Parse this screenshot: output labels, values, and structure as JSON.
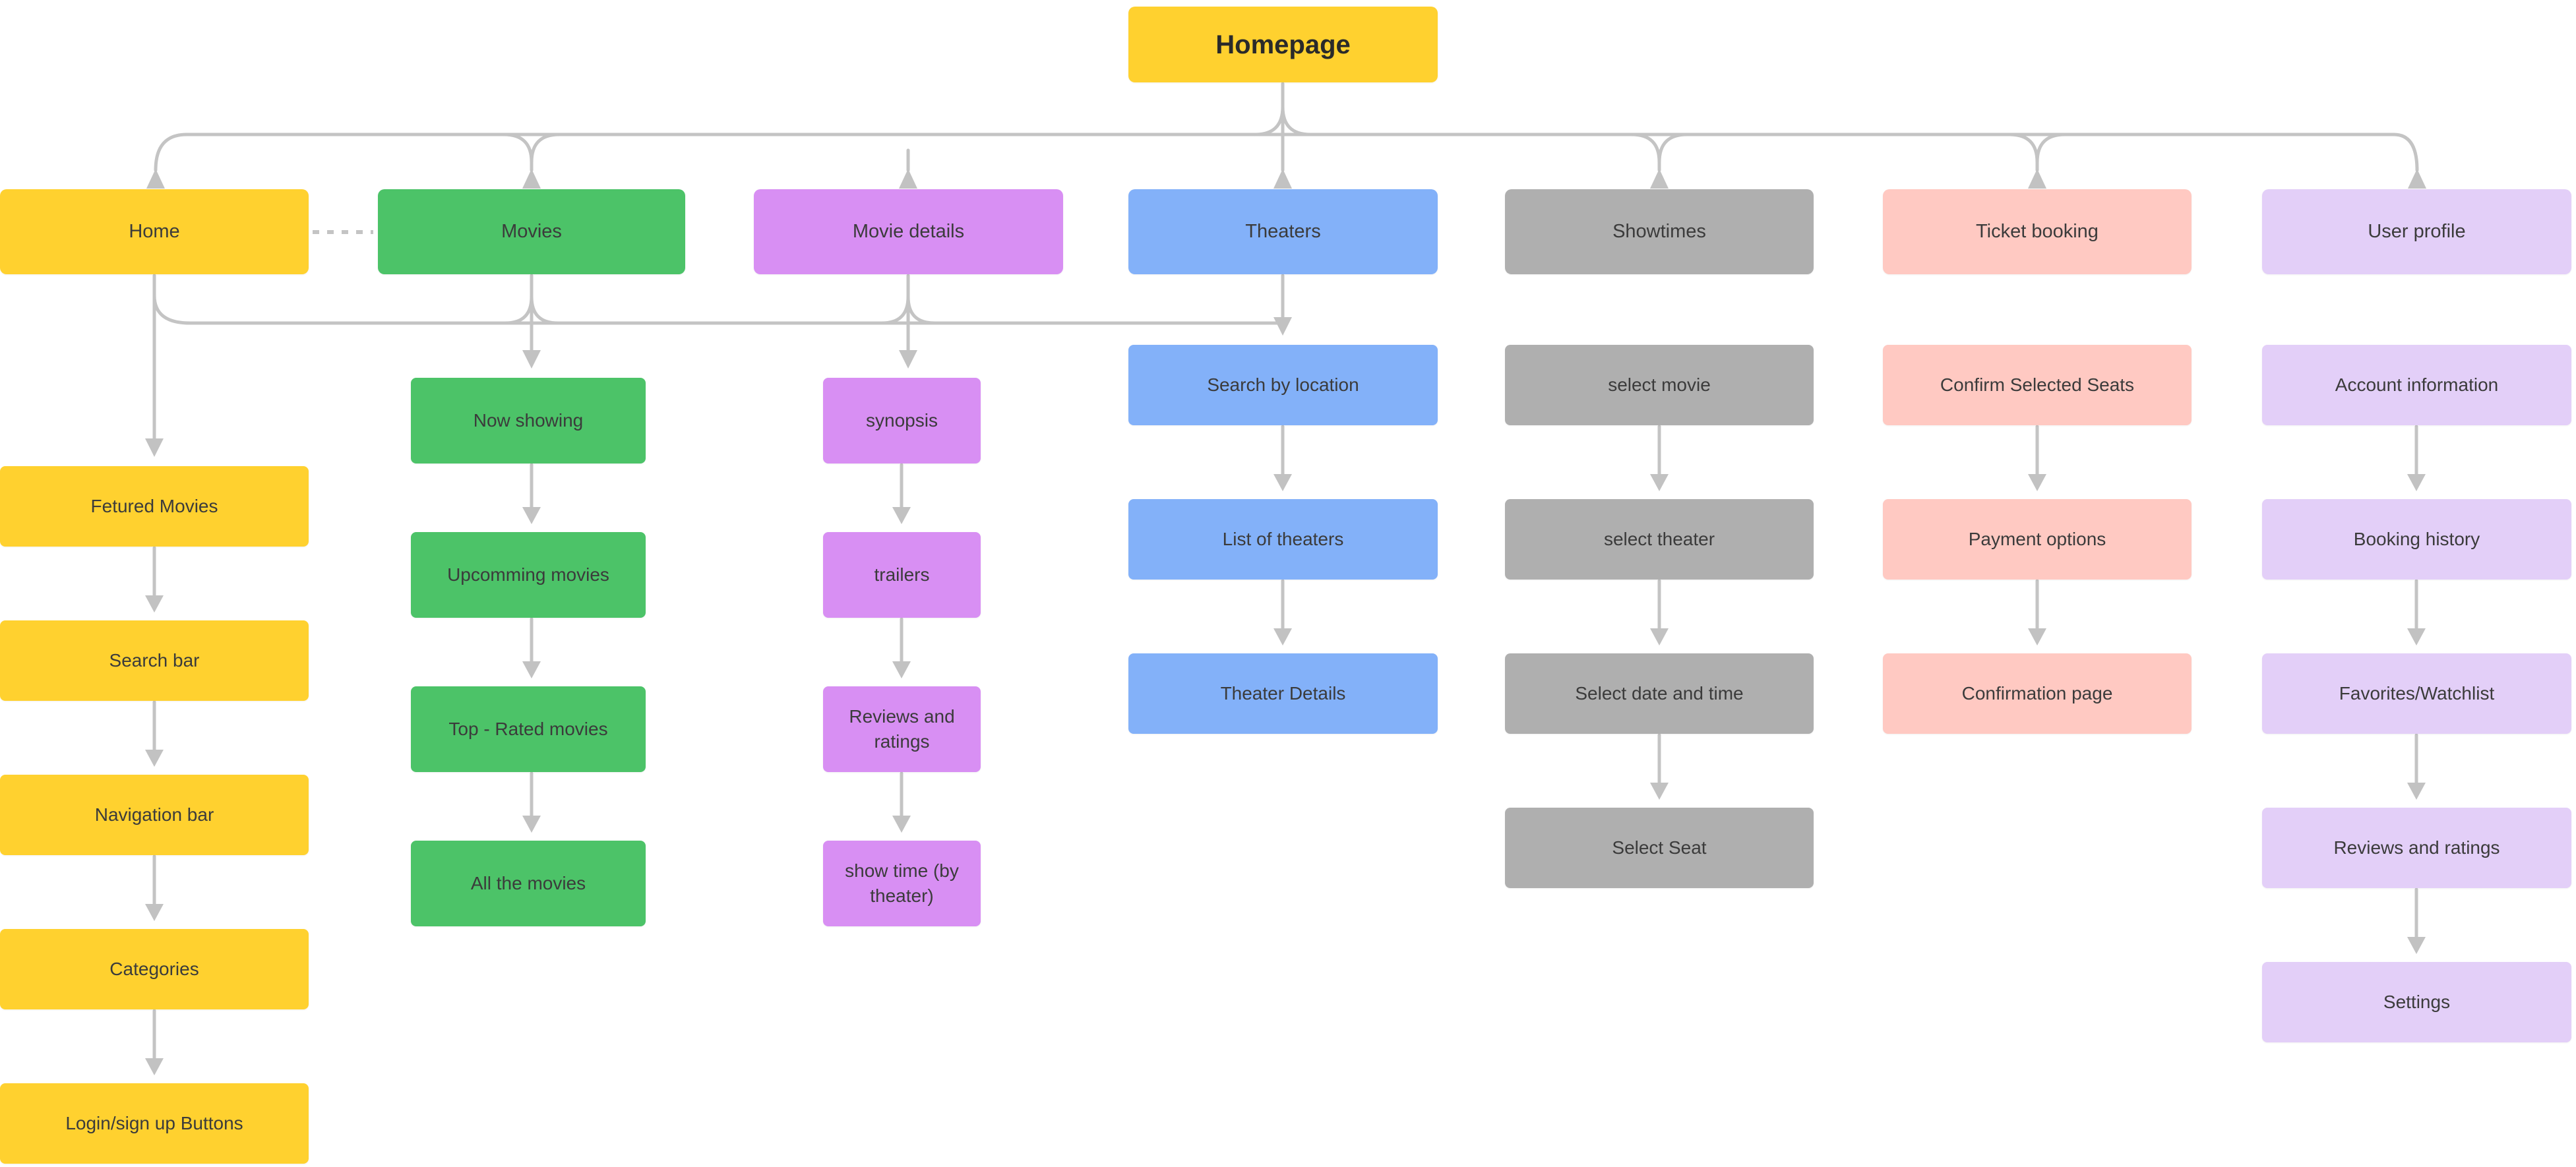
{
  "homepage": {
    "label": "Homepage"
  },
  "columns": [
    {
      "id": "home",
      "label": "Home",
      "color": "#FFD12F",
      "children": [
        "Fetured Movies",
        "Search bar",
        "Navigation bar",
        "Categories",
        "Login/sign up Buttons"
      ]
    },
    {
      "id": "movies",
      "label": "Movies",
      "color": "#4CC368",
      "children": [
        "Now showing",
        "Upcomming movies",
        "Top - Rated movies",
        "All the movies"
      ]
    },
    {
      "id": "movie-details",
      "label": "Movie details",
      "color": "#D88FF3",
      "children": [
        "synopsis",
        "trailers",
        "Reviews and ratings",
        "show time (by theater)"
      ]
    },
    {
      "id": "theaters",
      "label": "Theaters",
      "color": "#83B1F9",
      "children": [
        "Search by location",
        "List of theaters",
        "Theater Details"
      ]
    },
    {
      "id": "showtimes",
      "label": "Showtimes",
      "color": "#AFAFAF",
      "children": [
        "select movie",
        "select theater",
        "Select date and time",
        "Select Seat"
      ]
    },
    {
      "id": "ticket-booking",
      "label": "Ticket booking",
      "color": "#FFC9C2",
      "children": [
        "Confirm Selected Seats",
        "Payment options",
        "Confirmation page"
      ]
    },
    {
      "id": "user-profile",
      "label": "User profile",
      "color": "#E3CFF8",
      "children": [
        "Account information",
        "Booking history",
        "Favorites/Watchlist",
        "Reviews and ratings",
        "Settings"
      ]
    }
  ],
  "dashed_link": {
    "from": "Home",
    "to": "Movies"
  },
  "colors": {
    "connector": "#C4C4C4",
    "arrowhead": "#C2C2C2",
    "text": "#3B3B3B",
    "background": "#FFFFFF"
  }
}
